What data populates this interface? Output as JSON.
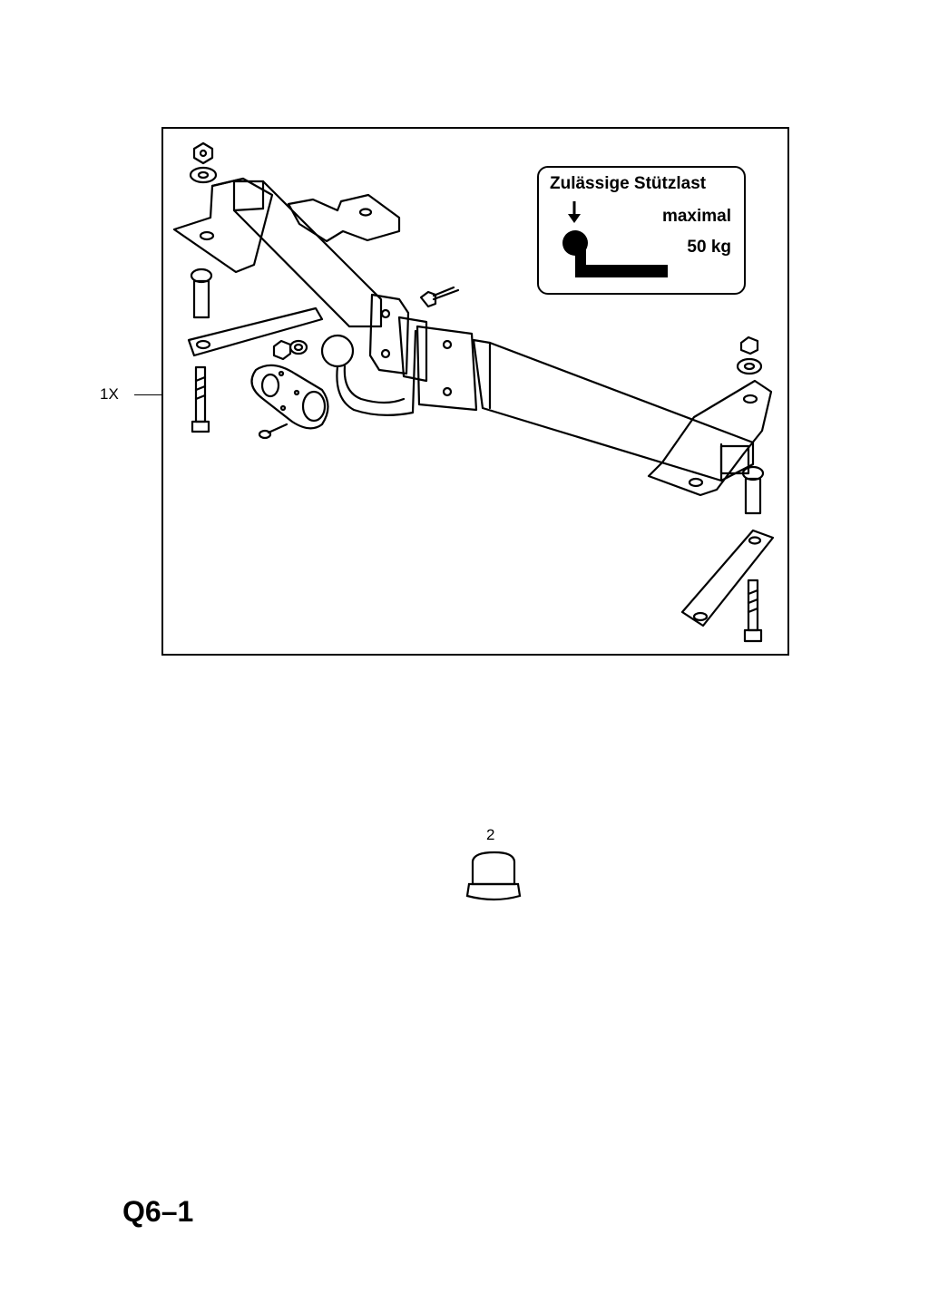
{
  "callouts": {
    "tow_bar_assembly": "1X",
    "cap": "2"
  },
  "load_label": {
    "line1": "Zulässige Stützlast",
    "line2": "maximal",
    "line3": "50 kg"
  },
  "page_code": "Q6–1"
}
